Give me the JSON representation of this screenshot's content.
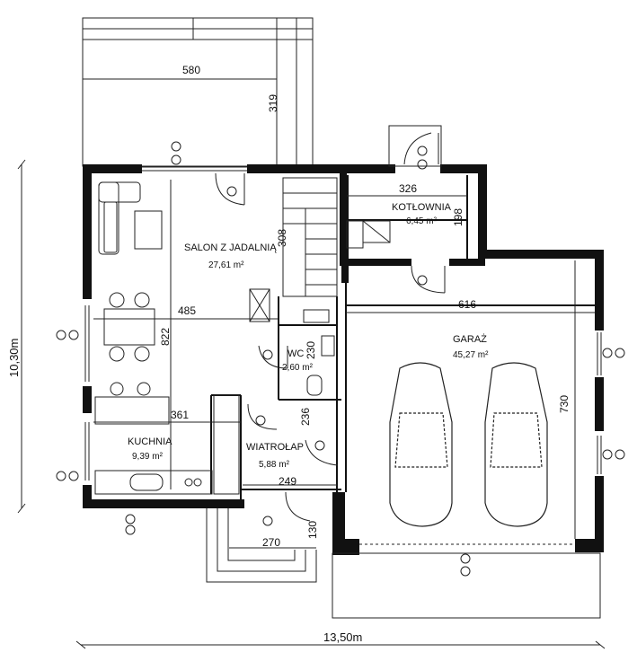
{
  "rooms": {
    "salon": {
      "name": "SALON Z JADALNIĄ",
      "area": "27,61 m²"
    },
    "kotlownia": {
      "name": "KOTŁOWNIA",
      "area": "6,45 m²"
    },
    "garaz": {
      "name": "GARAŻ",
      "area": "45,27 m²"
    },
    "wc": {
      "name": "WC",
      "area": "2,60 m²"
    },
    "kuchnia": {
      "name": "KUCHNIA",
      "area": "9,39 m²"
    },
    "wiatrolap": {
      "name": "WIATROŁAP",
      "area": "5,88 m²"
    }
  },
  "dimensions": {
    "terrace_width": "580",
    "terrace_depth": "319",
    "salon_width": "485",
    "salon_depth": "822",
    "salon_hall": "308",
    "kotlownia_width": "326",
    "kotlownia_depth": "198",
    "garage_width": "616",
    "garage_depth": "730",
    "wc_depth": "230",
    "hall_depth": "236",
    "kitchen_width": "361",
    "entry_width": "249",
    "porch_width": "270",
    "porch_depth": "130",
    "total_width": "13,50m",
    "total_depth": "10,30m"
  },
  "colors": {
    "wall": "#111111",
    "line": "#222222",
    "background": "#ffffff"
  }
}
